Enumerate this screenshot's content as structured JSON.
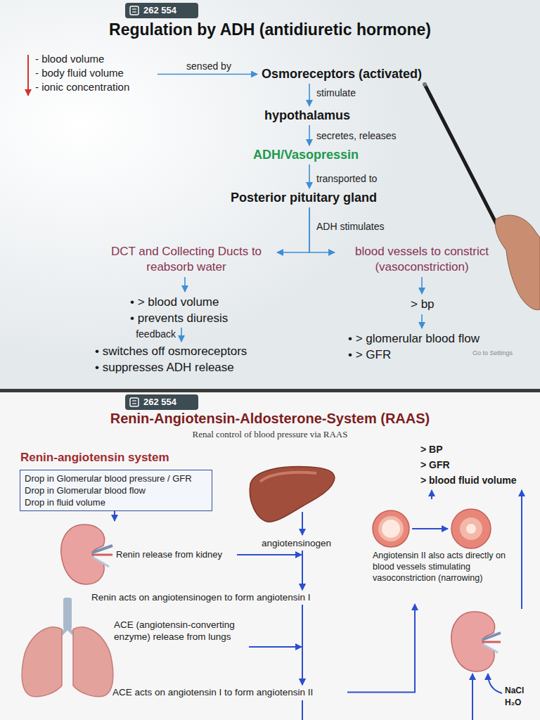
{
  "diagram": {
    "title": "Regulation by ADH (antidiuretic hormone)",
    "nodes": [
      {
        "text": [
          "- blood volume",
          "- body fluid volume",
          "- ionic concentration"
        ]
      },
      {
        "text": [
          "Osmoreceptors (activated)"
        ]
      },
      {
        "text": [
          "hypothalamus"
        ]
      },
      {
        "text": [
          "ADH/Vasopressin"
        ]
      },
      {
        "text": [
          "Posterior pituitary gland"
        ]
      },
      {
        "text": [
          "DCT and Collecting Ducts to reabsorb water"
        ]
      },
      {
        "text": [
          "blood vessels to constrict (vasoconstriction)"
        ]
      },
      {
        "text": [
          "• > blood volume",
          "• prevents diuresis"
        ]
      },
      {
        "text": [
          "• switches off osmoreceptors",
          "• suppresses ADH release"
        ]
      },
      {
        "text": [
          "> bp"
        ]
      },
      {
        "text": [
          "• > glomerular blood flow",
          "• > GFR"
        ]
      },
      {
        "text": [
          "Renin-angiotensin system",
          "Drop in Glomerular blood pressure / GFR",
          "Drop in Glomerular blood flow",
          "Drop in fluid volume"
        ]
      },
      {
        "text": [
          "Renin release from kidney"
        ]
      },
      {
        "text": [
          "angiotensinogen"
        ]
      },
      {
        "text": [
          "Renin acts on angiotensinogen to form angiotensin I"
        ]
      },
      {
        "text": [
          "ACE (angiotensin-converting enzyme) release from lungs"
        ]
      },
      {
        "text": [
          "ACE acts on angiotensin I to form angiotensin II"
        ]
      },
      {
        "text": [
          "Angiotensin II also acts directly on blood vessels stimulating vasoconstriction (narrowing)"
        ]
      },
      {
        "text": [
          "> BP",
          "> GFR",
          "> blood fluid volume"
        ]
      },
      {
        "text": [
          "NaCl H₂O"
        ]
      }
    ],
    "edges": [
      {
        "from": 0,
        "to": 1,
        "label": "sensed by",
        "arrow": "to"
      },
      {
        "from": 1,
        "to": 2,
        "label": "stimulate",
        "arrow": "to"
      },
      {
        "from": 2,
        "to": 3,
        "label": "secretes, releases",
        "arrow": "to"
      },
      {
        "from": 3,
        "to": 4,
        "label": "transported to",
        "arrow": "to"
      },
      {
        "from": 4,
        "to": 5,
        "label": "ADH stimulates",
        "arrow": "to"
      },
      {
        "from": 4,
        "to": 6,
        "arrow": "to"
      },
      {
        "from": 5,
        "to": 7,
        "arrow": "to"
      },
      {
        "from": 7,
        "to": 8,
        "label": "feedback",
        "arrow": "to"
      },
      {
        "from": 6,
        "to": 9,
        "arrow": "to"
      },
      {
        "from": 9,
        "to": 10,
        "arrow": "to"
      },
      {
        "from": 11,
        "to": 12,
        "arrow": "to"
      },
      {
        "from": 12,
        "to": 14,
        "arrow": "to"
      },
      {
        "from": 13,
        "to": 14,
        "arrow": "to"
      },
      {
        "from": 14,
        "to": 16,
        "arrow": "to"
      },
      {
        "from": 15,
        "to": 16,
        "arrow": "to"
      },
      {
        "from": 16,
        "to": 17,
        "arrow": "to"
      },
      {
        "from": 17,
        "to": 18,
        "arrow": "to"
      },
      {
        "from": 19,
        "to": 18,
        "arrow": "to"
      }
    ],
    "labels": [
      "262 554",
      "Go to Settings",
      "262 554",
      "Renin-Angiotensin-Aldosterone-System (RAAS)",
      "Renal control of blood pressure via RAAS"
    ]
  }
}
